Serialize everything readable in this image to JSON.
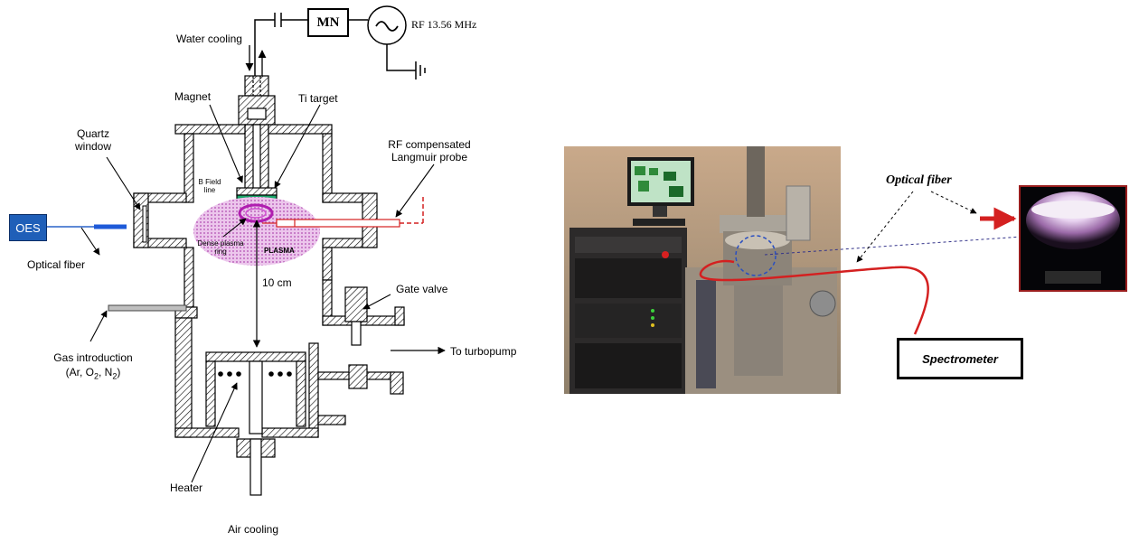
{
  "labels": {
    "water_cooling": "Water cooling",
    "mn": "MN",
    "rf_source": "RF 13.56 MHz",
    "magnet": "Magnet",
    "ti_target": "Ti target",
    "quartz_window": "Quartz\nwindow",
    "rf_probe": "RF compensated\nLangmuir probe",
    "b_field_line": "B Field\nline",
    "oes": "OES",
    "optical_fiber_left": "Optical fiber",
    "dense_plasma_ring": "Dense plasma\nring",
    "plasma": "PLASMA",
    "distance": "10 cm",
    "gate_valve": "Gate valve",
    "gas_intro_line1": "Gas introduction",
    "gas_intro_ar": "(Ar, O",
    "gas_intro_o_sub": "2",
    "gas_intro_mid": ", N",
    "gas_intro_n_sub": "2",
    "gas_intro_end": ")",
    "to_turbopump": "To turbopump",
    "heater": "Heater",
    "air_cooling": "Air cooling",
    "optical_fiber_right": "Optical fiber",
    "spectrometer": "Spectrometer"
  },
  "colors": {
    "oes_box": "#1f5fb8",
    "fiber_red": "#d42020",
    "plasma_pink": "#d98ad9",
    "target_green": "#19a86a",
    "dashed_blue": "#33338a",
    "photo_bg": "#8a7a5a"
  }
}
